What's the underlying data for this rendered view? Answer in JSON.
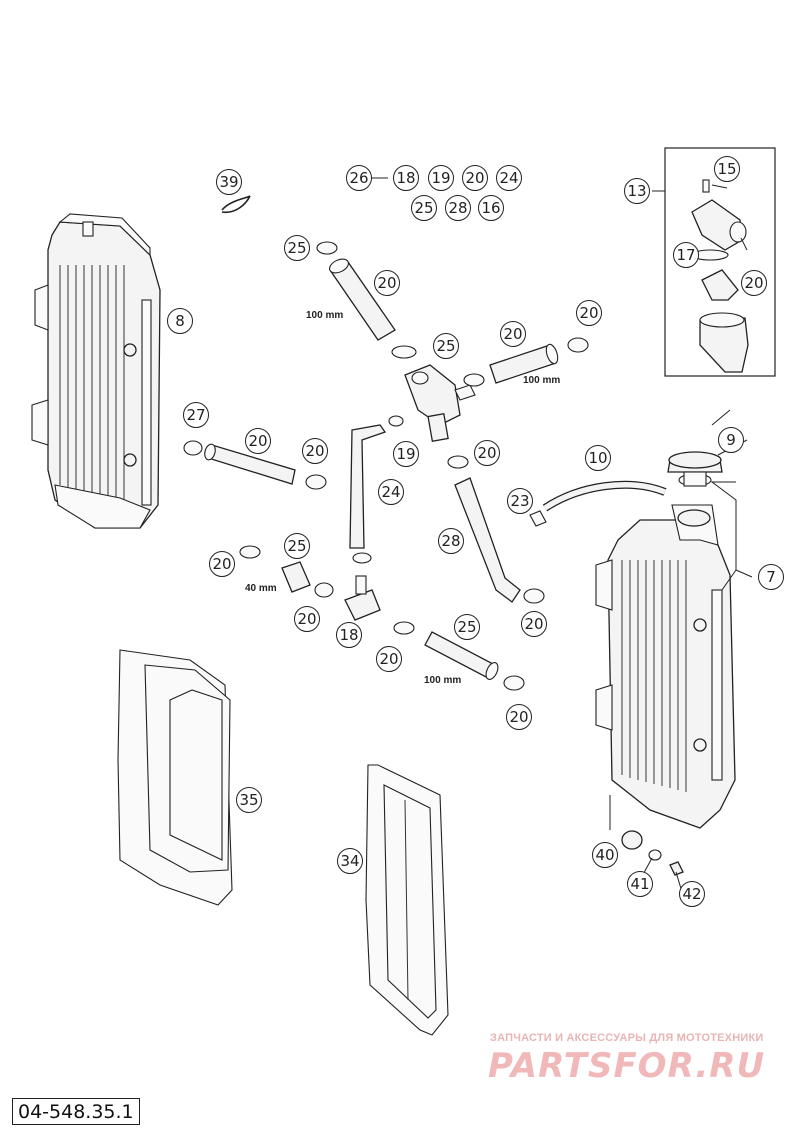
{
  "document_code": "04-548.35.1",
  "watermark": {
    "tagline": "ЗАПЧАСТИ И АКСЕССУАРЫ ДЛЯ МОТОТЕХНИКИ",
    "logo": "PARTSFOR.RU"
  },
  "dimensions": {
    "d1": "100 mm",
    "d2": "100 mm",
    "d3": "40 mm",
    "d4": "100 mm"
  },
  "callouts": [
    "39",
    "8",
    "26",
    "13",
    "18",
    "19",
    "20",
    "24",
    "25",
    "28",
    "16",
    "15",
    "17",
    "20",
    "25",
    "20",
    "25",
    "20",
    "20",
    "27",
    "20",
    "20",
    "19",
    "24",
    "20",
    "10",
    "9",
    "23",
    "28",
    "7",
    "20",
    "25",
    "20",
    "18",
    "20",
    "25",
    "20",
    "20",
    "35",
    "34",
    "40",
    "41",
    "42"
  ],
  "colors": {
    "line": "#222222",
    "watermark": "#f0b8b8"
  }
}
